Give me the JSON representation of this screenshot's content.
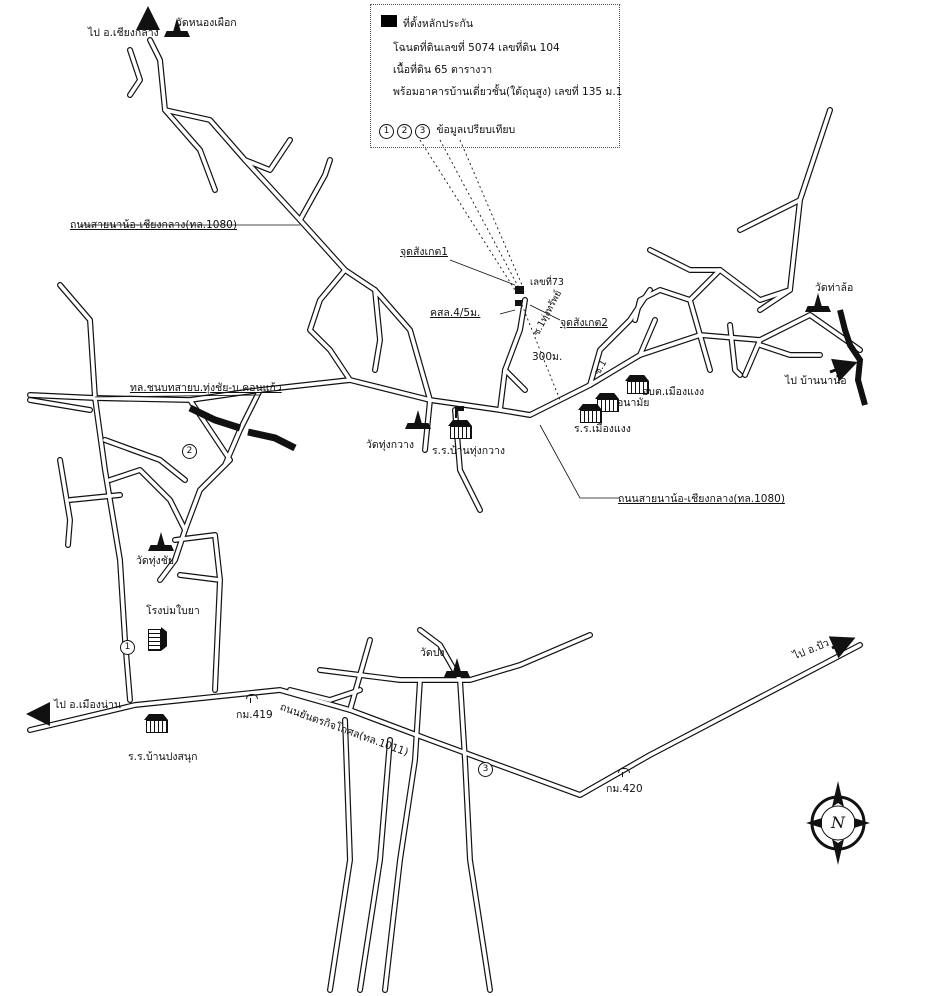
{
  "legend": {
    "title": "ที่ตั้งหลักประกัน",
    "line1": "โฉนดที่ดินเลขที่ 5074 เลขที่ดิน 104",
    "line2": "เนื้อที่ดิน 65 ตารางวา",
    "line3": "พร้อมอาคารบ้านเดี่ยวชั้น(ใต้ถุนสูง) เลขที่ 135 ม.1",
    "markers": [
      "1",
      "2",
      "3"
    ],
    "compare_label": "ข้อมูลเปรียบเทียบ"
  },
  "labels": {
    "to_chiang_klang": "ไป อ.เชียงกลาง",
    "wat_nong_pueak": "วัดหนองเผือก",
    "road_1080_top": "ถนนสายนาน้อ-เชียงกลาง(ทล.1080)",
    "road_tung_chai": "ทล.ชนบทสายบ.ทุ่งชัย-บ.คอนแก้ว",
    "road_1080_right": "ถนนสายนาน้อ-เชียงกลาง(ทล.1080)",
    "view1": "จุดสังเกต1",
    "view2": "จุดสังเกต2",
    "house_no": "เลขที่73",
    "lane": "คสล.4/5ม.",
    "soi": "ซ.1ทุ่งทรัพย์",
    "distance": "300ม.",
    "soi1": "ซ.1",
    "wat_tha_lo": "วัดท่าล้อ",
    "to_ban_na_lo": "ไป บ้านนาน้อ",
    "obt": "อบต.เมืองแงง",
    "anamai": "อนามัย",
    "school_mueang_ngaeng": "ร.ร.เมืองแงง",
    "wat_thung_kwang": "วัดทุ่งกวาง",
    "school_thung_kwang": "ร.ร.บ้านทุ่งกวาง",
    "wat_thung_chai": "วัดทุ่งชัย",
    "tobacco_factory": "โรงบ่มใบยา",
    "to_mueang_nan": "ไป อ.เมืองน่าน",
    "km419": "กม.419",
    "road_1011": "ถนนยันตรกิจโกศล(ทล.1011)",
    "school_pong_sanuk": "ร.ร.บ้านปงสนุก",
    "wat_pong": "วัดปง",
    "to_pua": "ไป อ.ปัว",
    "km420": "กม.420",
    "compass_n": "N"
  },
  "map_markers": {
    "m1": "1",
    "m2": "2",
    "m3": "3"
  }
}
